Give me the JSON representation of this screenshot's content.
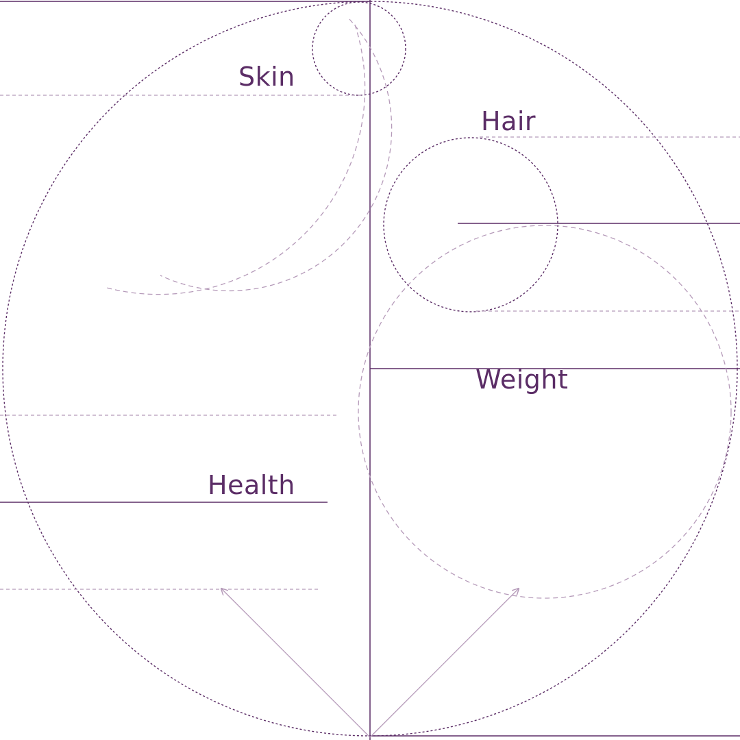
{
  "colors": {
    "primary": "#5b2d66",
    "light": "#b59ab9",
    "background": "#ffffff"
  },
  "labels": {
    "skin": "Skin",
    "hair": "Hair",
    "weight": "Weight",
    "health": "Health"
  }
}
